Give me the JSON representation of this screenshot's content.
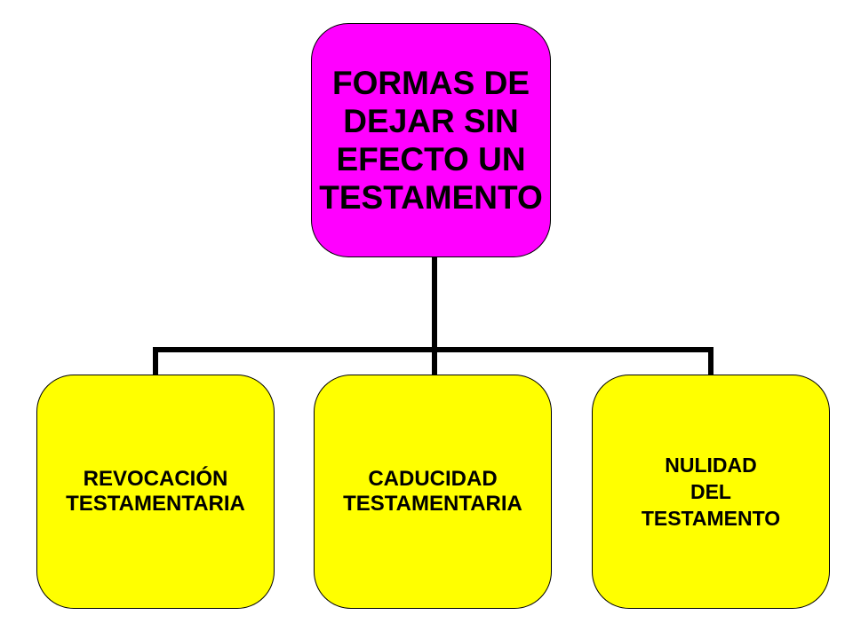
{
  "diagram": {
    "root": {
      "text": "FORMAS DE\nDEJAR SIN \nEFECTO UN\nTESTAMENTO"
    },
    "children": [
      {
        "text": "REVOCACIÓN\nTESTAMENTARIA"
      },
      {
        "text": "CADUCIDAD\nTESTAMENTARIA"
      },
      {
        "text": "NULIDAD\nDEL\nTESTAMENTO"
      }
    ]
  },
  "colors": {
    "root_fill": "#FF00FF",
    "child_fill": "#FFFF00",
    "connector": "#000000",
    "background": "#FFFFFF"
  }
}
